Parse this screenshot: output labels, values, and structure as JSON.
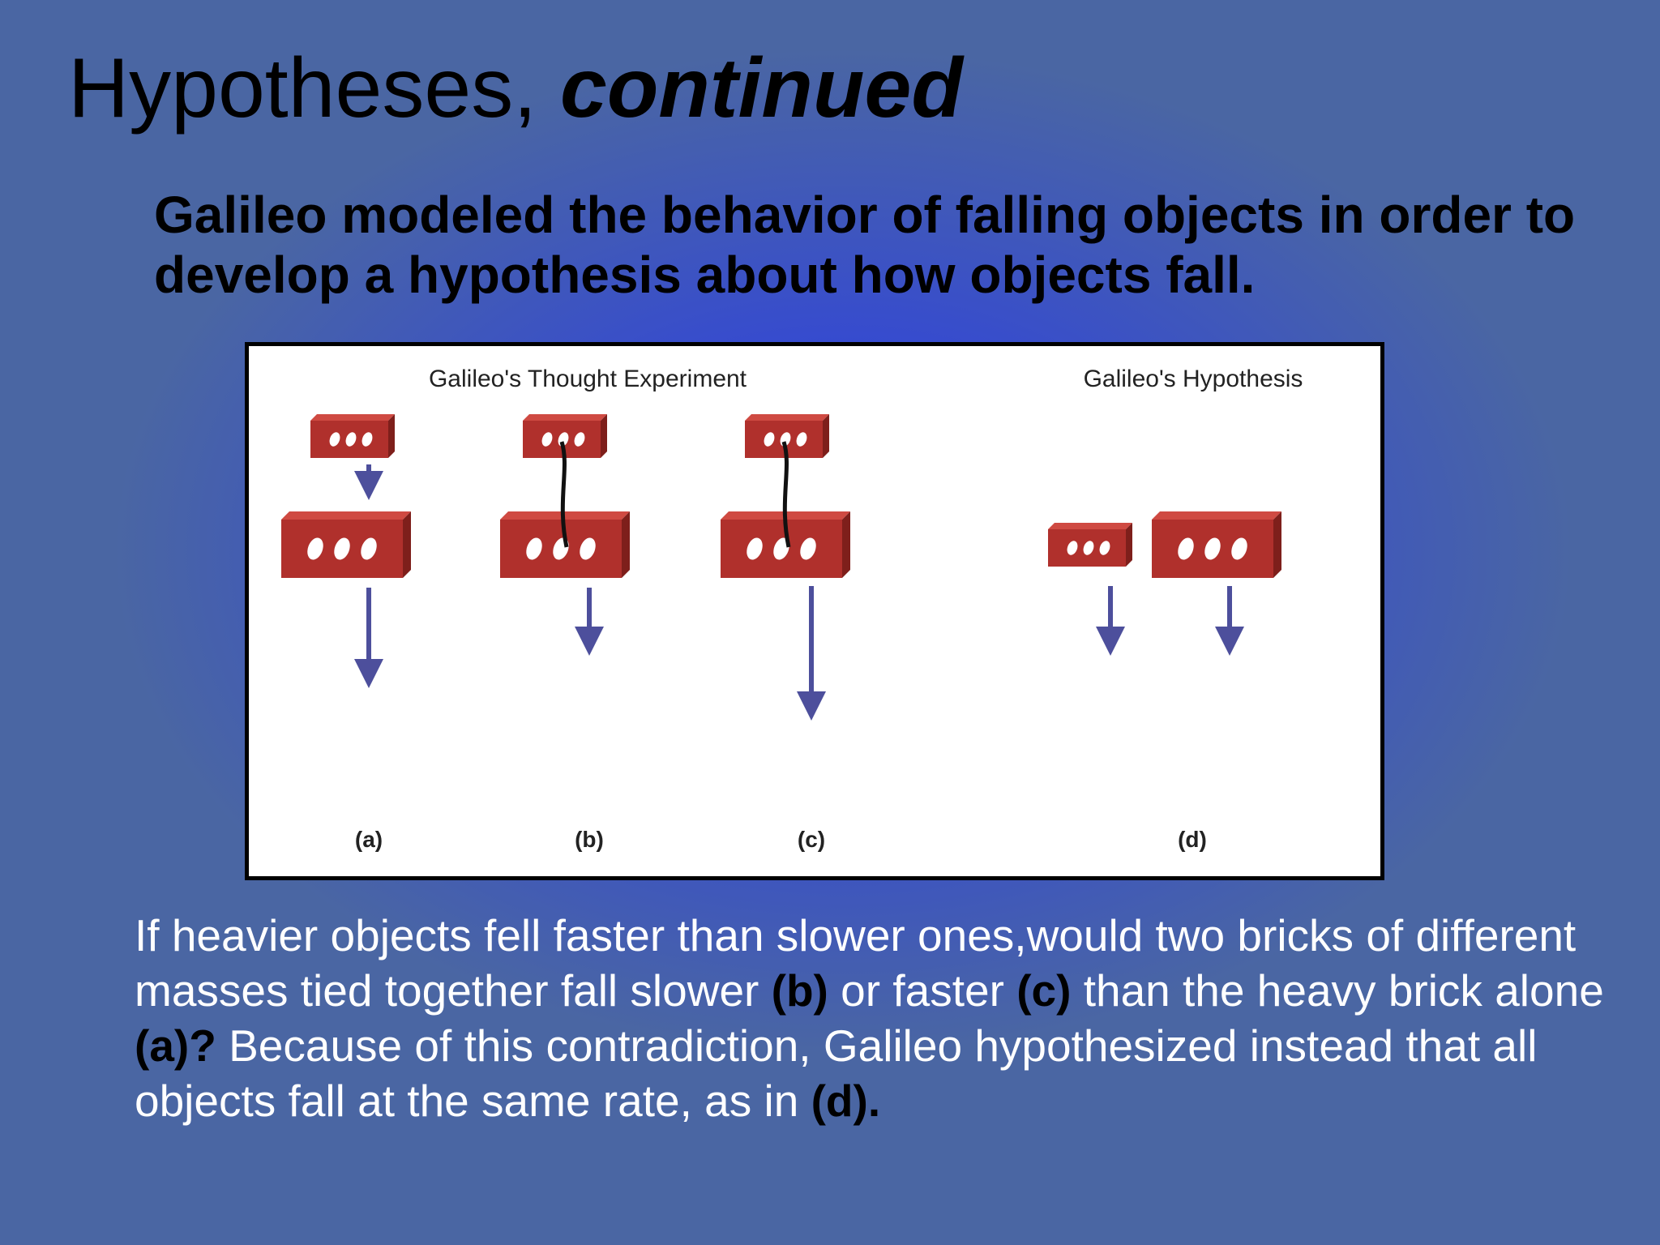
{
  "title": {
    "main": "Hypotheses,",
    "emphasis": "continued"
  },
  "subtitle": "Galileo modeled the behavior of falling objects in order to develop a hypothesis about how objects fall.",
  "figure": {
    "heading_left": "Galileo's Thought Experiment",
    "heading_right": "Galileo's Hypothesis",
    "panel_labels": [
      "(a)",
      "(b)",
      "(c)",
      "(d)"
    ],
    "colors": {
      "brick": "#b0302c",
      "brick_top": "#cf4a42",
      "brick_side": "#7e1f1b",
      "arrow": "#4d4f9c"
    }
  },
  "caption": {
    "t1": "If heavier objects fell faster than slower ones,would two bricks of different masses tied together fall slower ",
    "r1": "(b)",
    "t2": " or faster ",
    "r2": "(c)",
    "t3": " than the heavy brick alone ",
    "r3": "(a)?",
    "t4": " Because of this contradiction, Galileo hypothesized instead that all objects fall at the same rate, as in ",
    "r4": "(d)."
  }
}
